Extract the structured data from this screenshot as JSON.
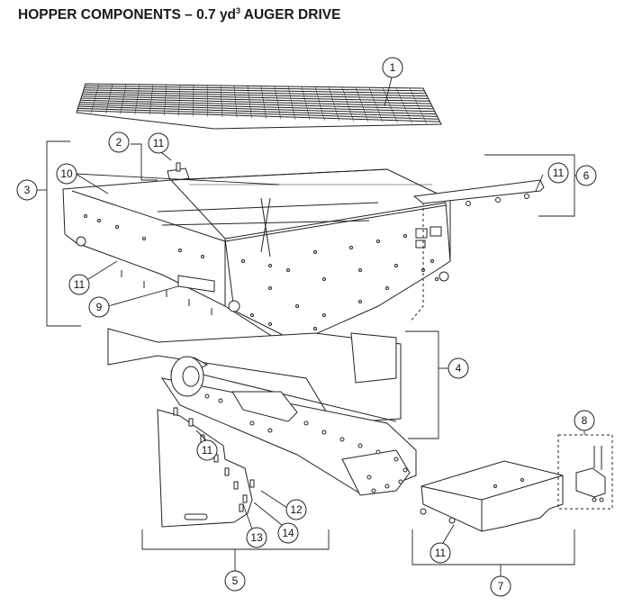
{
  "header": {
    "title_pre": "HOPPER COMPONENTS – 0.7 yd",
    "title_sup": "3",
    "title_post": " AUGER DRIVE"
  },
  "callouts": [
    {
      "id": "1",
      "label": "1"
    },
    {
      "id": "2",
      "label": "2"
    },
    {
      "id": "3",
      "label": "3"
    },
    {
      "id": "4",
      "label": "4"
    },
    {
      "id": "5",
      "label": "5"
    },
    {
      "id": "6",
      "label": "6"
    },
    {
      "id": "7",
      "label": "7"
    },
    {
      "id": "8",
      "label": "8"
    },
    {
      "id": "9",
      "label": "9"
    },
    {
      "id": "10",
      "label": "10"
    },
    {
      "id": "11a",
      "label": "11"
    },
    {
      "id": "11b",
      "label": "11"
    },
    {
      "id": "11c",
      "label": "11"
    },
    {
      "id": "11d",
      "label": "11"
    },
    {
      "id": "11e",
      "label": "11"
    },
    {
      "id": "12",
      "label": "12"
    },
    {
      "id": "13",
      "label": "13"
    },
    {
      "id": "14",
      "label": "14"
    }
  ],
  "colors": {
    "line": "#222222",
    "fill": "#ffffff",
    "grey": "#9a9a9a"
  }
}
